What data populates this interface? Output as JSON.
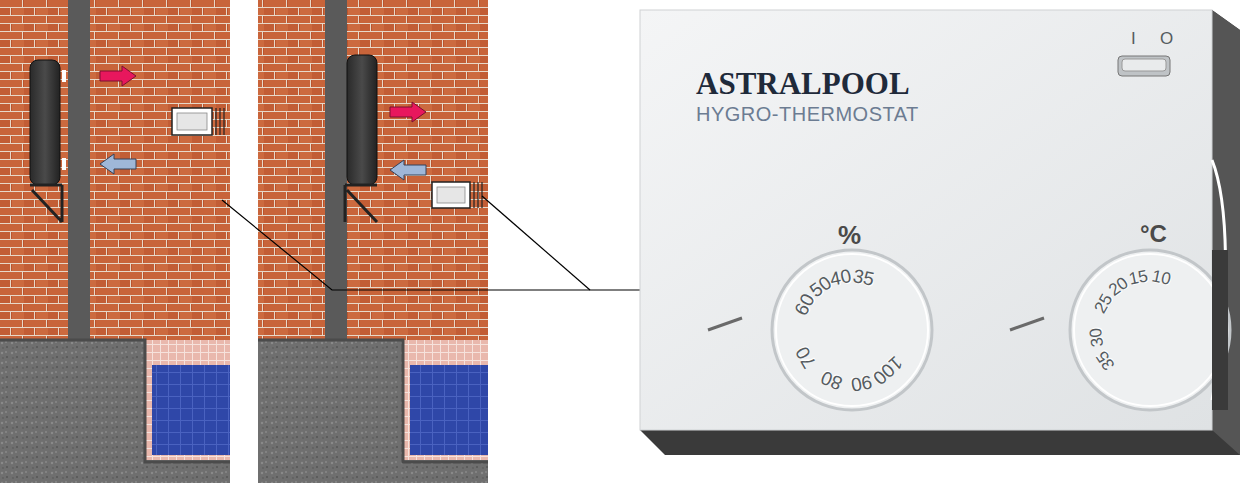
{
  "diagram": {
    "nodes": [
      {
        "text": [
          "ASTRALPOOL",
          "HYGRO-THERMOSTAT"
        ]
      }
    ],
    "labels": [
      "I",
      "O",
      "%",
      "°C",
      "35",
      "40",
      "50",
      "60",
      "70",
      "80",
      "90",
      "100",
      "10",
      "15",
      "20",
      "25",
      "30",
      "35"
    ]
  }
}
